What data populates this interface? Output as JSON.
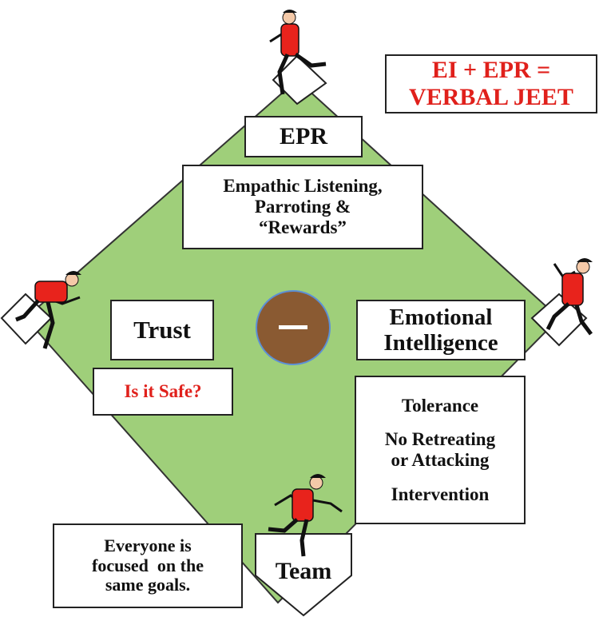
{
  "formula": {
    "line1": "EI + EPR =",
    "line2": "VERBAL JEET"
  },
  "epr": {
    "label": "EPR",
    "details": [
      "Empathic Listening,",
      "Parroting &",
      "“Rewards”"
    ]
  },
  "trust": {
    "label": "Trust",
    "question": "Is it Safe?"
  },
  "ei": {
    "label_line1": "Emotional",
    "label_line2": "Intelligence",
    "items": [
      "Tolerance",
      "No Retreating",
      "or Attacking",
      "Intervention"
    ]
  },
  "team": {
    "label": "Team",
    "note": [
      "Everyone is",
      "focused  on the",
      "same goals."
    ]
  },
  "mound": {
    "symbol": "—"
  },
  "colors": {
    "field": "#9fcf7a",
    "mound": "#8a5a32",
    "accent": "#e0201b",
    "jersey": "#e8231c"
  }
}
